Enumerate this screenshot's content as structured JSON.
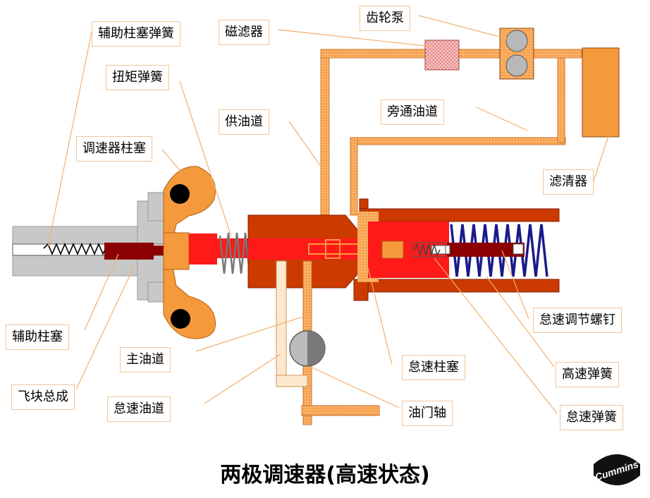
{
  "title": "两极调速器(高速状态)",
  "brand": "Cummins",
  "labels": {
    "aux_plunger_spring": "辅助柱塞弹簧",
    "magnetic_filter": "磁滤器",
    "gear_pump": "齿轮泵",
    "torque_spring": "扭矩弹簧",
    "supply_passage": "供油道",
    "bypass_passage": "旁通油道",
    "governor_plunger": "调速器柱塞",
    "filter": "滤清器",
    "idle_adjust_screw": "怠速调节螺钉",
    "aux_plunger": "辅助柱塞",
    "main_passage": "主油道",
    "idle_plunger": "怠速柱塞",
    "high_speed_spring": "高速弹簧",
    "flyweight_assembly": "飞块总成",
    "idle_passage": "怠速油道",
    "throttle_shaft": "油门轴",
    "idle_spring": "怠速弹簧"
  },
  "colors": {
    "orange": "#f59a3c",
    "passage": "#f5a55a",
    "red": "#ff1a1a",
    "dark_red": "#cc3a00",
    "maroon": "#8b0000",
    "gray": "#c8c8c8",
    "navy": "#1a1a8c",
    "leader": "#f2b070"
  }
}
